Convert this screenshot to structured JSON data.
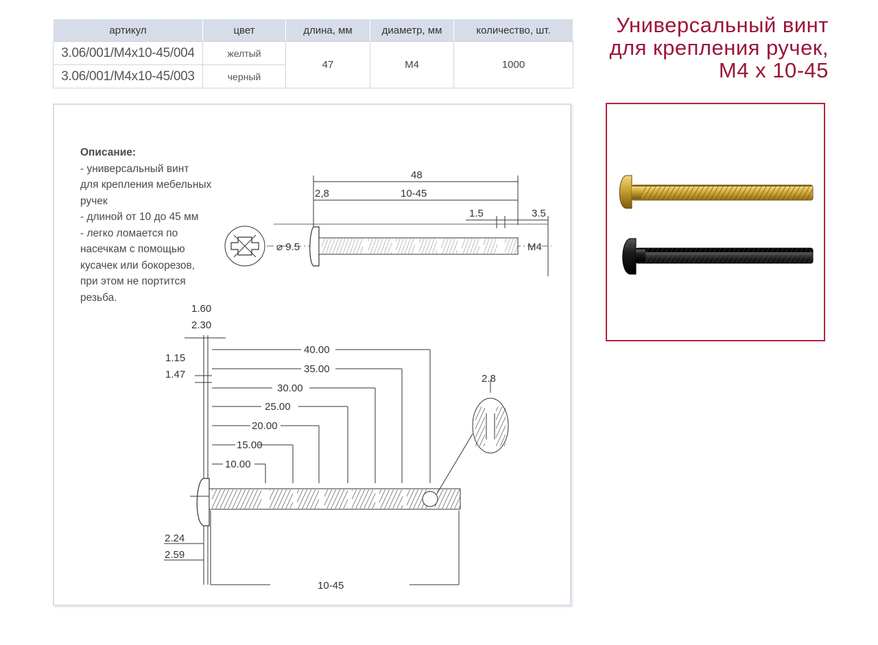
{
  "table": {
    "headers": [
      "артикул",
      "цвет",
      "длина, мм",
      "диаметр, мм",
      "количество, шт."
    ],
    "rows": [
      {
        "article": "3.06/001/M4x10-45/004",
        "color": "желтый"
      },
      {
        "article": "3.06/001/M4x10-45/003",
        "color": "черный"
      }
    ],
    "length": "47",
    "diameter": "М4",
    "quantity": "1000"
  },
  "title": {
    "line1": "Универсальный винт",
    "line2": "для крепления ручек,",
    "line3": "М4 х 10-45"
  },
  "description": {
    "heading": "Описание:",
    "lines": [
      "- универсальный винт",
      "для крепления мебельных",
      "ручек",
      "- длиной от 10 до 45 мм",
      "- легко ломается по",
      "насечкам с помощью",
      "кусачек или бокорезов,",
      "при этом не портится",
      "резьба."
    ]
  },
  "top_drawing": {
    "overall": "48",
    "head_offset": "2,8",
    "thread_range": "10-45",
    "notch_width": "1.5",
    "tip_length": "3.5",
    "head_diameter": "⌀ 9.5",
    "thread": "M4"
  },
  "bottom_drawing": {
    "head_dims": [
      "1.60",
      "2.30",
      "1.15",
      "1.47"
    ],
    "break_points": [
      "40.00",
      "35.00",
      "30.00",
      "25.00",
      "20.00",
      "15.00",
      "10.00"
    ],
    "detail": "2.8",
    "lower_dims": [
      "2.24",
      "2.59"
    ],
    "range": "10-45"
  },
  "colors": {
    "accent": "#9b1638",
    "photo_border": "#b3203d",
    "brass": "#c9a030",
    "black_screw": "#1a1a1a"
  }
}
